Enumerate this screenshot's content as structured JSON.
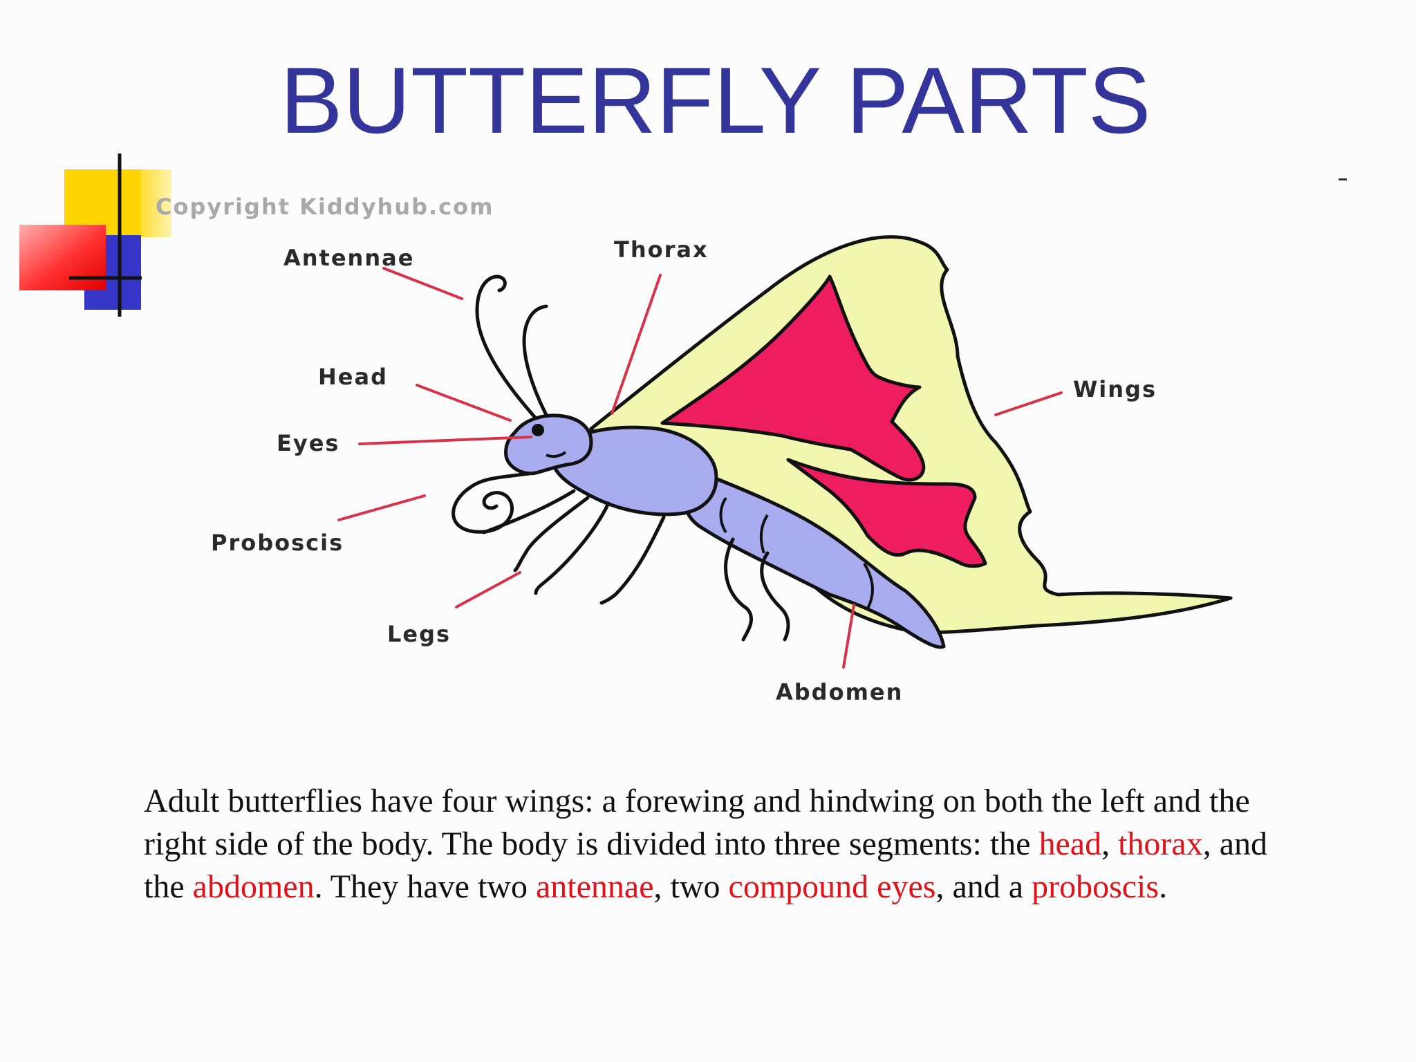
{
  "slide": {
    "title": "BUTTERFLY PARTS",
    "dash": "-"
  },
  "diagram": {
    "watermark": "Copyright Kiddyhub.com",
    "labels": {
      "antennae": "Antennae",
      "thorax": "Thorax",
      "head": "Head",
      "eyes": "Eyes",
      "proboscis": "Proboscis",
      "legs": "Legs",
      "wings": "Wings",
      "abdomen": "Abdomen"
    },
    "colors": {
      "wing_outer": "#f2f7b0",
      "wing_inner": "#ee1d5f",
      "body": "#a8acee",
      "pointer_line": "#d6334a",
      "title": "#34359b",
      "highlight": "#e0131b"
    }
  },
  "paragraph": {
    "t1": "Adult butterflies have four wings: a forewing and hindwing on both the left and the right side of the body. The body is divided into three segments: the ",
    "head": "head",
    "t2": ", ",
    "thorax": "thorax",
    "t3": ", and the ",
    "abdomen": "abdomen",
    "t4": ". They have two ",
    "antennae": "antennae",
    "t5": ", two ",
    "eyes": "compound eyes",
    "t6": ", and a ",
    "proboscis": "proboscis",
    "t7": "."
  }
}
